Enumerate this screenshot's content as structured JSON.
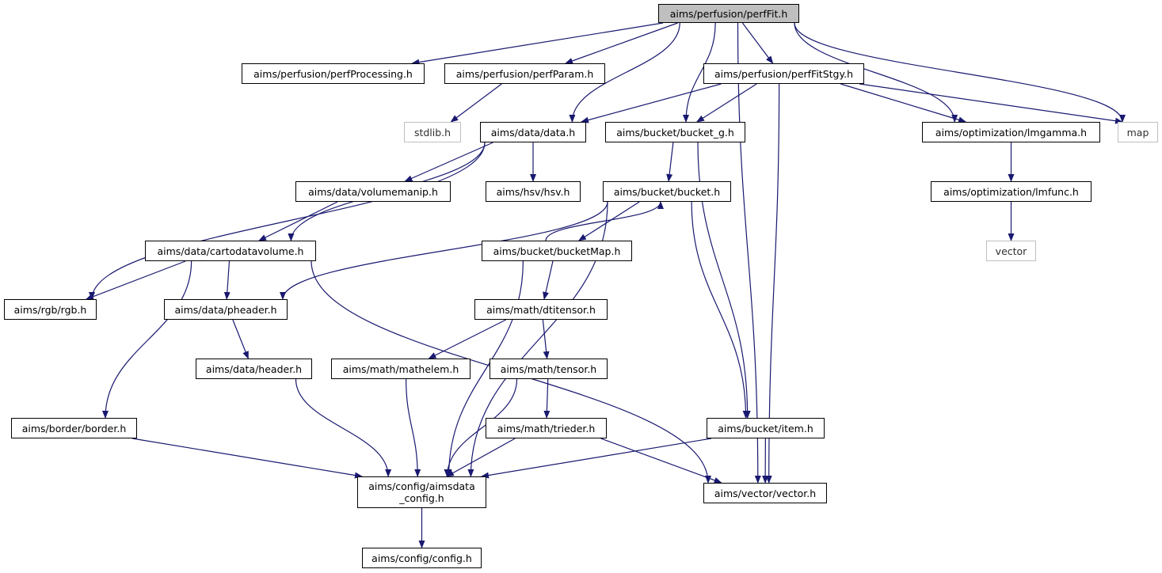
{
  "nodes": [
    {
      "id": "perfFit",
      "label": "aims/perfusion/perfFit.h",
      "type": "root"
    },
    {
      "id": "perfProcessing",
      "label": "aims/perfusion/perfProcessing.h",
      "type": "file"
    },
    {
      "id": "perfParam",
      "label": "aims/perfusion/perfParam.h",
      "type": "file"
    },
    {
      "id": "perfFitStgy",
      "label": "aims/perfusion/perfFitStgy.h",
      "type": "file"
    },
    {
      "id": "stdlib",
      "label": "stdlib.h",
      "type": "external"
    },
    {
      "id": "data",
      "label": "aims/data/data.h",
      "type": "file"
    },
    {
      "id": "bucket_g",
      "label": "aims/bucket/bucket_g.h",
      "type": "file"
    },
    {
      "id": "lmgamma",
      "label": "aims/optimization/lmgamma.h",
      "type": "file"
    },
    {
      "id": "map",
      "label": "map",
      "type": "external"
    },
    {
      "id": "volumemanip",
      "label": "aims/data/volumemanip.h",
      "type": "file"
    },
    {
      "id": "hsv",
      "label": "aims/hsv/hsv.h",
      "type": "file"
    },
    {
      "id": "bucket",
      "label": "aims/bucket/bucket.h",
      "type": "file"
    },
    {
      "id": "lmfunc",
      "label": "aims/optimization/lmfunc.h",
      "type": "file"
    },
    {
      "id": "cartodatavolume",
      "label": "aims/data/cartodatavolume.h",
      "type": "file"
    },
    {
      "id": "bucketMap",
      "label": "aims/bucket/bucketMap.h",
      "type": "file"
    },
    {
      "id": "vector_std",
      "label": "vector",
      "type": "external"
    },
    {
      "id": "rgb",
      "label": "aims/rgb/rgb.h",
      "type": "file"
    },
    {
      "id": "pheader",
      "label": "aims/data/pheader.h",
      "type": "file"
    },
    {
      "id": "dtitensor",
      "label": "aims/math/dtitensor.h",
      "type": "file"
    },
    {
      "id": "header",
      "label": "aims/data/header.h",
      "type": "file"
    },
    {
      "id": "mathelem",
      "label": "aims/math/mathelem.h",
      "type": "file"
    },
    {
      "id": "tensor",
      "label": "aims/math/tensor.h",
      "type": "file"
    },
    {
      "id": "border",
      "label": "aims/border/border.h",
      "type": "file"
    },
    {
      "id": "trieder",
      "label": "aims/math/trieder.h",
      "type": "file"
    },
    {
      "id": "item",
      "label": "aims/bucket/item.h",
      "type": "file"
    },
    {
      "id": "aimsdata_config",
      "label": "aims/config/aimsdata\n_config.h",
      "type": "file"
    },
    {
      "id": "vector_h",
      "label": "aims/vector/vector.h",
      "type": "file"
    },
    {
      "id": "config",
      "label": "aims/config/config.h",
      "type": "file"
    }
  ],
  "edges": [
    [
      "perfFit",
      "perfProcessing"
    ],
    [
      "perfFit",
      "perfParam"
    ],
    [
      "perfFit",
      "perfFitStgy"
    ],
    [
      "perfFit",
      "data"
    ],
    [
      "perfFit",
      "bucket_g"
    ],
    [
      "perfFit",
      "lmgamma"
    ],
    [
      "perfFit",
      "map"
    ],
    [
      "perfFit",
      "vector_h"
    ],
    [
      "perfParam",
      "stdlib"
    ],
    [
      "perfFitStgy",
      "data"
    ],
    [
      "perfFitStgy",
      "bucket_g"
    ],
    [
      "perfFitStgy",
      "lmgamma"
    ],
    [
      "perfFitStgy",
      "map"
    ],
    [
      "perfFitStgy",
      "vector_h"
    ],
    [
      "data",
      "volumemanip"
    ],
    [
      "data",
      "hsv"
    ],
    [
      "data",
      "cartodatavolume"
    ],
    [
      "data",
      "rgb"
    ],
    [
      "bucket_g",
      "bucket"
    ],
    [
      "bucket_g",
      "item"
    ],
    [
      "lmgamma",
      "lmfunc"
    ],
    [
      "lmfunc",
      "vector_std"
    ],
    [
      "volumemanip",
      "cartodatavolume"
    ],
    [
      "bucket",
      "bucketMap"
    ],
    [
      "bucket",
      "pheader"
    ],
    [
      "bucket",
      "item"
    ],
    [
      "bucket",
      "aimsdata_config"
    ],
    [
      "bucketMap",
      "bucket"
    ],
    [
      "bucketMap",
      "dtitensor"
    ],
    [
      "bucketMap",
      "aimsdata_config"
    ],
    [
      "cartodatavolume",
      "rgb"
    ],
    [
      "cartodatavolume",
      "pheader"
    ],
    [
      "cartodatavolume",
      "border"
    ],
    [
      "cartodatavolume",
      "vector_h"
    ],
    [
      "pheader",
      "header"
    ],
    [
      "dtitensor",
      "mathelem"
    ],
    [
      "dtitensor",
      "tensor"
    ],
    [
      "header",
      "aimsdata_config"
    ],
    [
      "mathelem",
      "aimsdata_config"
    ],
    [
      "tensor",
      "trieder"
    ],
    [
      "tensor",
      "aimsdata_config"
    ],
    [
      "trieder",
      "aimsdata_config"
    ],
    [
      "trieder",
      "vector_h"
    ],
    [
      "border",
      "aimsdata_config"
    ],
    [
      "item",
      "aimsdata_config"
    ],
    [
      "item",
      "vector_h"
    ],
    [
      "aimsdata_config",
      "config"
    ]
  ],
  "colors": {
    "edge": "#191970",
    "node_border": "#000000",
    "external_border": "#bfbfbf",
    "root_fill": "#bfbfbf"
  }
}
